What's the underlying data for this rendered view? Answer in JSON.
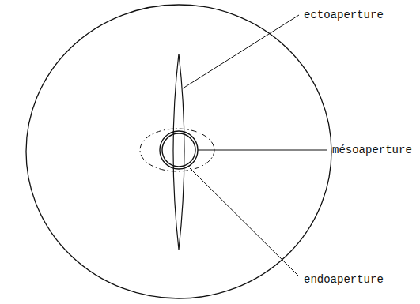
{
  "diagram": {
    "labels": [
      "ectoaperture",
      "mésoaperture",
      "endoaperture"
    ]
  }
}
